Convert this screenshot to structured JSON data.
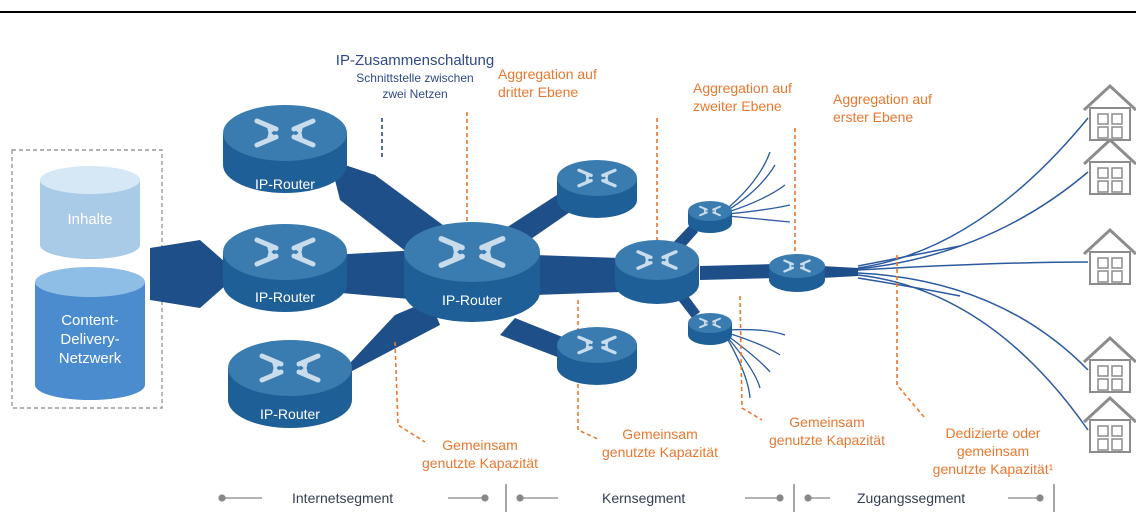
{
  "colors": {
    "pipe": "#1f4f88",
    "router_top": "#3a7cb0",
    "router_side": "#1e5f97",
    "arrow": "#c8dcec",
    "orange": "#e8782f",
    "navy": "#2e4a8c",
    "house": "#8c8c8c",
    "db_light": "#c5dcef",
    "db_dark": "#5b9bd5",
    "fiber": "#2b5aa0"
  },
  "interconnect": {
    "title": "IP-Zusammenschaltung",
    "subtitle_line1": "Schnittstelle zwischen",
    "subtitle_line2": "zwei Netzen"
  },
  "aggregation": {
    "third_line1": "Aggregation auf",
    "third_line2": "dritter Ebene",
    "second_line1": "Aggregation auf",
    "second_line2": "zweiter Ebene",
    "first_line1": "Aggregation auf",
    "first_line2": "erster Ebene"
  },
  "capacity": {
    "shared1_line1": "Gemeinsam",
    "shared1_line2": "genutzte Kapazität",
    "shared2_line1": "Gemeinsam",
    "shared2_line2": "genutzte Kapazität",
    "shared3_line1": "Gemeinsam",
    "shared3_line2": "genutzte Kapazität",
    "dedicated_line1": "Dedizierte oder",
    "dedicated_line2": "gemeinsam",
    "dedicated_line3": "genutzte Kapazität¹"
  },
  "routers": {
    "top": "IP-Router",
    "middle": "IP-Router",
    "bottom": "IP-Router",
    "central": "IP-Router"
  },
  "databases": {
    "content": "Inhalte",
    "cdn_line1": "Content-",
    "cdn_line2": "Delivery-",
    "cdn_line3": "Netzwerk"
  },
  "segments": {
    "internet": "Internetsegment",
    "core": "Kernsegment",
    "access": "Zugangssegment"
  }
}
